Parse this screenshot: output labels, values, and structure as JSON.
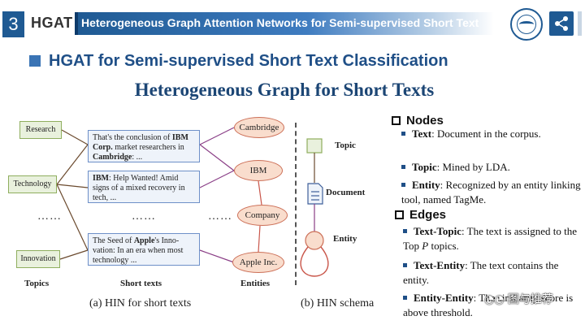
{
  "header": {
    "slide_number": "3",
    "short_name": "HGAT",
    "bar_title": "Heterogeneous Graph Attention Networks for Semi-supervised Short Text"
  },
  "subtitle": "HGAT for Semi-supervised Short Text Classification",
  "main_title": "Heterogeneous Graph for Short Texts",
  "diagram": {
    "topics": [
      "Research",
      "Technology",
      "Innovation"
    ],
    "texts": [
      {
        "pre": "That's the conclusion of ",
        "b1": "IBM Corp.",
        "mid": " market researchers in ",
        "b2": "Cambridge",
        "post": ": ..."
      },
      {
        "b1": "IBM",
        "mid": ": Help Wanted! Amid signs of a mixed recovery in tech, ..."
      },
      {
        "pre": "The Seed of ",
        "b1": "Apple",
        "mid": "'s Inno-vation: In an era when most technology ..."
      }
    ],
    "entities": [
      "Cambridge",
      "IBM",
      "Company",
      "Apple Inc."
    ],
    "dots": "……",
    "col_labels": {
      "topics": "Topics",
      "texts": "Short texts",
      "entities": "Entities"
    },
    "caption_a": "(a) HIN for short texts",
    "caption_b": "(b) HIN  schema",
    "schema": {
      "topic": "Topic",
      "document": "Document",
      "entity": "Entity"
    }
  },
  "panel": {
    "nodes_heading": "Nodes",
    "nodes": [
      {
        "term": "Text",
        "desc": ": Document in the corpus."
      },
      {
        "term": "Topic",
        "desc": ": Mined by LDA."
      },
      {
        "term": "Entity",
        "desc": ": Recognized by an entity linking tool, named TagMe."
      }
    ],
    "edges_heading": "Edges",
    "edges": [
      {
        "term": "Text-Topic",
        "desc_1": ": The text is assigned to the Top ",
        "var": "P",
        "desc_2": " topics."
      },
      {
        "term": "Text-Entity",
        "desc": ": The text contains the entity."
      },
      {
        "term": "Entity-Entity",
        "desc": ": The similarity score is above threshold."
      }
    ]
  },
  "watermark": "图与推荐",
  "colors": {
    "brand": "#1f5a93",
    "title": "#1c4675",
    "entity_border": "#cc6f57",
    "topic_border": "#8fae5e"
  }
}
